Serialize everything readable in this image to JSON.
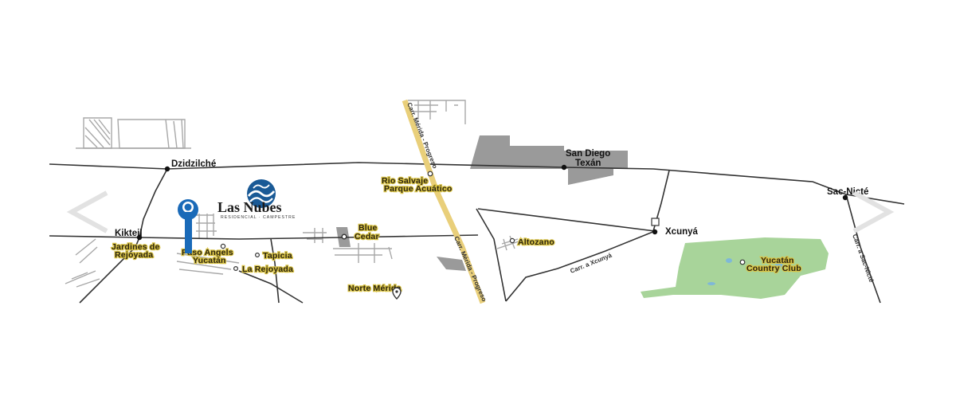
{
  "brand": {
    "name": "Las Nubes",
    "tagline": "RESIDENCIAL · CAMPESTRE",
    "logo_color": "#1a5a96"
  },
  "navigation": {
    "prev_icon": "chevron-left-icon",
    "next_icon": "chevron-right-icon"
  },
  "places": {
    "dzidzilche": "Dzidzilché",
    "san_diego": [
      "San Diego",
      "Texán"
    ],
    "sac_nicte": "Sac-Nicté",
    "kikteil": "Kikteil",
    "xcunya": "Xcunyá"
  },
  "pois": {
    "rio_salvaje": [
      "Rio Salvaje",
      "Parque Acuático"
    ],
    "jardines": [
      "Jardines de",
      "Rejoyada"
    ],
    "paseo": [
      "Paso Angels",
      "Yucatán"
    ],
    "tapicia": "Tapicia",
    "rejoyada": "La Rejoyada",
    "blue_cedar": [
      "Blue",
      "Cedar"
    ],
    "altozano": "Altozano",
    "yucatan_cc": [
      "Yucatán",
      "Country Club"
    ],
    "norte_merida": "Norte Mérida"
  },
  "roads": {
    "merida_progreso_top": "Carr. Mérida - Progreso",
    "merida_progreso_bottom": "Carr. Mérida - Progreso",
    "xcunya": "Carr. a Xcunyá",
    "sac_nicte": "Carr. a Sac-Nicté"
  },
  "colors": {
    "highway": "#e9cf7a",
    "road": "#333333",
    "urban_gray": "#9a9a9a",
    "country_club_green": "#a8d49a",
    "poi_label_halo": "#d8c245",
    "pin_blue": "#1a6ab8"
  }
}
